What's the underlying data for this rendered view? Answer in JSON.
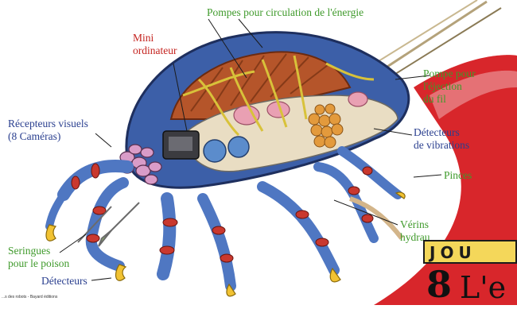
{
  "labels": {
    "pompes_circulation": "Pompes pour circulation de l'énergie",
    "mini_ordinateur": [
      "Mini",
      "ordinateur"
    ],
    "pompe_ejection": [
      "Pompe pour",
      "l'éjection",
      "du fil"
    ],
    "recepteurs_visuels": [
      "Récepteurs visuels",
      "(8 Caméras)"
    ],
    "detecteurs_vibrations": [
      "Détecteurs",
      "de vibrations"
    ],
    "pinces": "Pinces",
    "verins": [
      "Vérins",
      "hydrau"
    ],
    "seringues": [
      "Seringues",
      "pour le poison"
    ],
    "detecteurs": "Détecteurs"
  },
  "credit": "...s des robots - Bayard éditions",
  "badge": {
    "word": "JOU",
    "number": "8",
    "text": "L'e"
  },
  "colors": {
    "label_green": "#3f9a2b",
    "label_blue": "#2a3f8f",
    "label_red": "#c4231f",
    "swoosh_red": "#d8262b",
    "badge_yellow": "#f4d75a"
  }
}
